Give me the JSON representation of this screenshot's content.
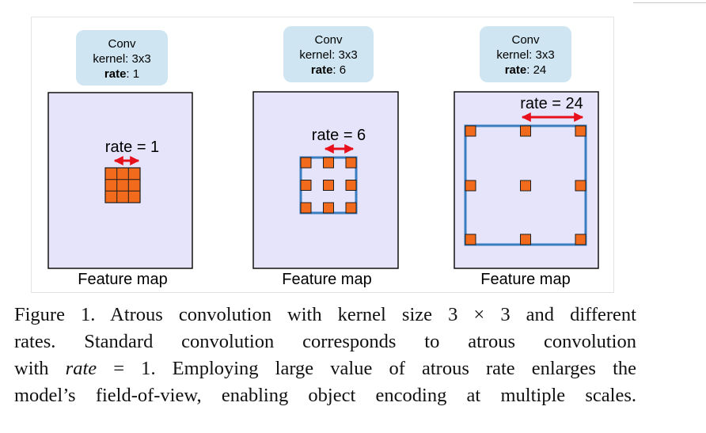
{
  "panels": [
    {
      "conv_title": "Conv",
      "kernel_label": "kernel: 3x3",
      "rate_key": "rate",
      "rate_value": ": 1",
      "arrow_label": "rate = 1",
      "feature_map_label": "Feature map"
    },
    {
      "conv_title": "Conv",
      "kernel_label": "kernel: 3x3",
      "rate_key": "rate",
      "rate_value": ": 6",
      "arrow_label": "rate = 6",
      "feature_map_label": "Feature map"
    },
    {
      "conv_title": "Conv",
      "kernel_label": "kernel: 3x3",
      "rate_key": "rate",
      "rate_value": ": 24",
      "arrow_label": "rate = 24",
      "feature_map_label": "Feature map"
    }
  ],
  "caption": {
    "line1_a": "Figure 1. Atrous convolution with kernel size ",
    "line1_math": "3 × 3",
    "line1_b": " and different",
    "line2": "rates.  Standard convolution corresponds to atrous convolution",
    "line3_a": "with ",
    "line3_math": "rate",
    "line3_eq": " = 1",
    "line3_b": ". Employing large value of atrous rate enlarges the",
    "line4": "model’s field-of-view, enabling object encoding at multiple scales."
  },
  "colors": {
    "conv_box": "#cfe6f2",
    "feature_map_fill": "#e6e4fa",
    "kernel_cell": "#f26a1b",
    "receptive_field": "#3a7ec2",
    "rate_arrow": "#e8101c"
  }
}
